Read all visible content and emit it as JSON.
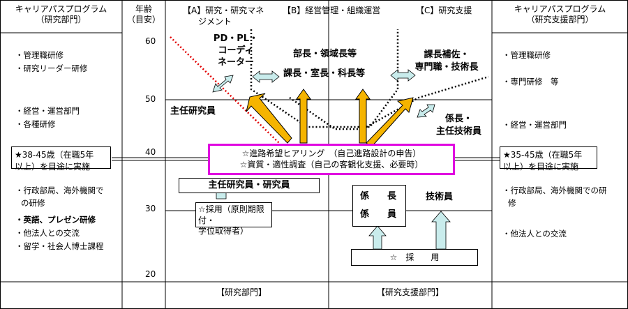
{
  "left_panel": {
    "header": [
      "キャリアパスプログラム",
      "（研究部門）"
    ],
    "items": [
      "・管理職研修",
      "・研究リーダー研修",
      "・経営・運営部門",
      "・各種研修",
      "・行政部局、海外機関で",
      "の研修",
      "・英語、プレゼン研修",
      "・他法人との交流",
      "・留学・社会人博士課程"
    ],
    "note": [
      "★38-45歳（在職5年",
      "以上）を目途に実施"
    ]
  },
  "right_panel": {
    "header": [
      "キャリアパスプログラム",
      "（研究支援部門）"
    ],
    "items": [
      "・管理職研修",
      "・専門研修　等",
      "・経営・運営部門",
      "・行政部局、海外機関での研",
      "修",
      "・他法人との交流"
    ],
    "note": [
      "★35-45歳（在職5年",
      "以上）を目途に実施"
    ]
  },
  "age_axis": {
    "header": [
      "年齢",
      "（目安）"
    ],
    "ticks": [
      "60",
      "50",
      "40",
      "30",
      "20"
    ]
  },
  "columns": {
    "a": [
      "【A】研究・研究マネ",
      "ジメント"
    ],
    "b": "【B】経営管理・組織運営",
    "c": "【C】研究支援"
  },
  "roles": {
    "pd_pl": [
      "PD・PL・",
      "コーディ",
      "ネーター"
    ],
    "bucho": "部長・領域長等",
    "kacho": "課長・室長・科長等",
    "hosa": [
      "課長補佐・",
      "専門職・技術長"
    ],
    "shunin": "主任研究員",
    "kakari_shunin": [
      "係長・",
      "主任技術員"
    ],
    "shunin_kenkyuin": "主任研究員・研究員",
    "kakaricho": "係　　長",
    "kakariin": "係　　員",
    "gijutsuin": "技術員"
  },
  "center_box": [
    "☆進路希望ヒアリング　（自己進路設計の申告）",
    "☆資質・適性調査（自己の客観化支援、必要時）"
  ],
  "hiring_research": [
    "☆採用（原則期限付・",
    "学位取得者）"
  ],
  "hiring_support": "☆　採　　用",
  "footer": {
    "research": "【研究部門】",
    "support": "【研究支援部門】"
  },
  "colors": {
    "arrow_fill": "#f5b400",
    "light_arrow_fill": "#c9ecec",
    "highlight_border": "#e000e0",
    "red_dotted": "#e00000"
  }
}
